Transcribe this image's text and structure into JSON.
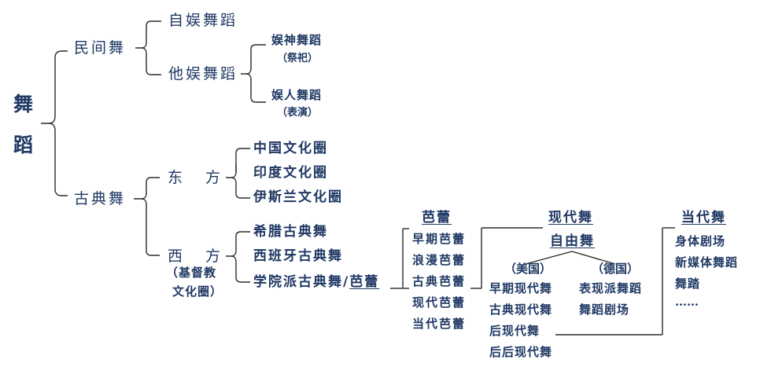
{
  "root": {
    "ch1": "舞",
    "ch2": "蹈"
  },
  "folk": {
    "label": "民间舞",
    "self": "自娱舞蹈",
    "other": "他娱舞蹈",
    "god": "娱神舞蹈",
    "god_note": "（祭祀）",
    "people": "娱人舞蹈",
    "people_note": "（表演）"
  },
  "classical": {
    "label": "古典舞",
    "east": "东　方",
    "east_items": [
      "中国文化圈",
      "印度文化圈",
      "伊斯兰文化圈"
    ],
    "west": "西　方",
    "west_note_1": "（基督教",
    "west_note_2": "文化圈）",
    "west_items": [
      "希腊古典舞",
      "西班牙古典舞"
    ],
    "academic_prefix": "学院派古典舞/",
    "academic_link": "芭蕾"
  },
  "ballet": {
    "title": "芭蕾",
    "items": [
      "早期芭蕾",
      "浪漫芭蕾",
      "古典芭蕾",
      "现代芭蕾",
      "当代芭蕾"
    ]
  },
  "modern": {
    "title": "现代舞",
    "free": "自由舞",
    "usa": "（美国）",
    "germany": "（德国）",
    "usa_items": [
      "早期现代舞",
      "古典现代舞",
      "后现代舞",
      "后后现代舞"
    ],
    "germany_items": [
      "表现派舞蹈",
      "舞蹈剧场"
    ]
  },
  "contemporary": {
    "title": "当代舞",
    "items": [
      "身体剧场",
      "新媒体舞蹈",
      "舞踏",
      "……"
    ]
  }
}
